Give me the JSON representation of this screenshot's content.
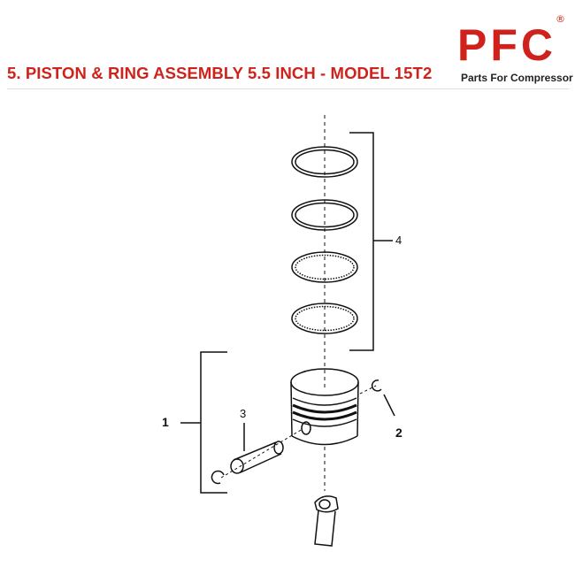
{
  "header": {
    "title": "5. PISTON & RING ASSEMBLY 5.5 INCH - MODEL 15T2"
  },
  "logo": {
    "brand": "PFC",
    "registered_mark": "®",
    "tagline": "Parts For Compressor"
  },
  "diagram": {
    "callouts": {
      "piston_assembly": "1",
      "retaining_clip": "2",
      "wrist_pin": "3",
      "piston_rings": "4"
    }
  },
  "colors": {
    "brand_red": "#d0221c",
    "line": "#111111"
  }
}
